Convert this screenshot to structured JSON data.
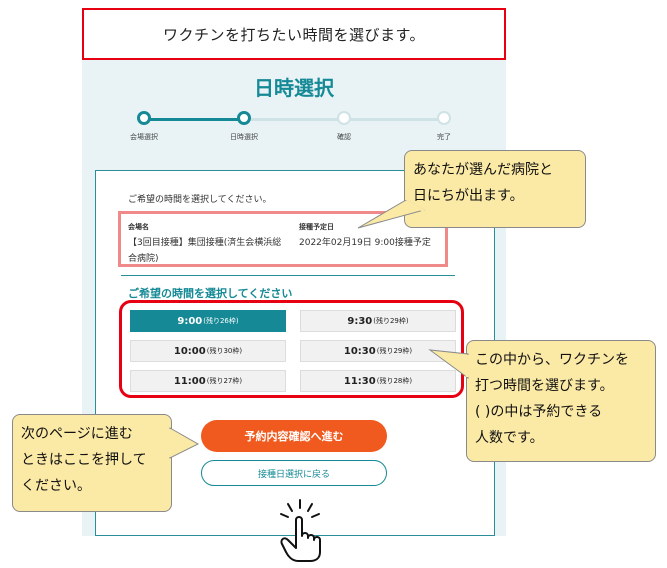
{
  "banner": {
    "text": "ワクチンを打ちたい時間を選びます。"
  },
  "page": {
    "title": "日時選択",
    "steps": [
      {
        "label": "会場選択"
      },
      {
        "label": "日時選択"
      },
      {
        "label": "確認"
      },
      {
        "label": "完了"
      }
    ],
    "instruction": "ご希望の時間を選択してください。",
    "venue_header": "会場名",
    "venue_name_line1": "【3回目接種】集団接種(済生会横浜総",
    "venue_name_line2": "合病院)",
    "date_header": "接種予定日",
    "date_value": "2022年02月19日 9:00接種予定",
    "time_heading": "ご希望の時間を選択してください",
    "slots": [
      {
        "time": "9:00",
        "remaining": "(残り26枠)"
      },
      {
        "time": "9:30",
        "remaining": "(残り29枠)"
      },
      {
        "time": "10:00",
        "remaining": "(残り30枠)"
      },
      {
        "time": "10:30",
        "remaining": "(残り29枠)"
      },
      {
        "time": "11:00",
        "remaining": "(残り27枠)"
      },
      {
        "time": "11:30",
        "remaining": "(残り28枠)"
      }
    ],
    "next_button": "予約内容確認へ進む",
    "back_button": "接種日選択に戻る"
  },
  "callouts": {
    "hospital_line1": "あなたが選んだ病院と",
    "hospital_line2": "日にちが出ます。",
    "times_line1": "この中から、ワクチンを",
    "times_line2": "打つ時間を選びます。",
    "times_line3": "(  )の中は予約できる",
    "times_line4": "人数です。",
    "next_line1": "次のページに進む",
    "next_line2": "ときはここを押して",
    "next_line3": "ください。"
  },
  "colors": {
    "accent": "#158a96",
    "highlight": "#e60012",
    "button": "#f05a1e",
    "callout": "#fbe9a6"
  },
  "icons": {
    "pointer": "hand-pointer-icon"
  }
}
